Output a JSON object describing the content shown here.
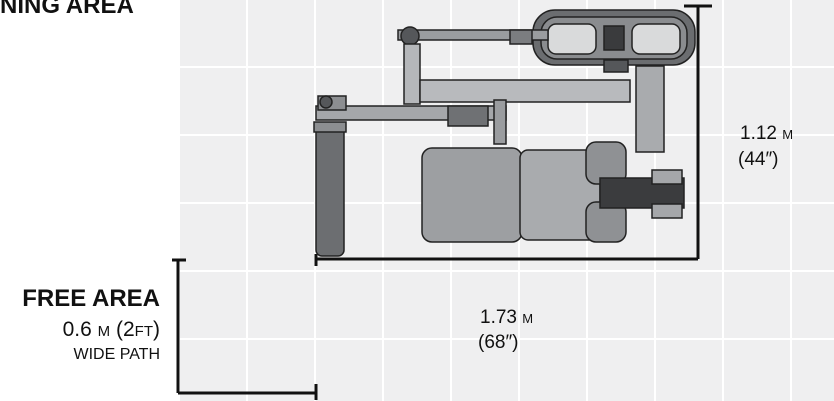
{
  "training_area": {
    "title": "NING AREA"
  },
  "machine_dims": {
    "width_value": "1.12",
    "width_unit": "M",
    "width_imperial": "(44″)"
  },
  "free_area": {
    "title": "FREE AREA",
    "size_value": "0.6",
    "size_unit": "M",
    "size_open": "(2",
    "size_ft": "FT",
    "size_close": ")",
    "path_label": "WIDE PATH"
  },
  "total_dims": {
    "length_value": "1.73",
    "length_unit": "M",
    "length_imperial": "(68″)"
  }
}
